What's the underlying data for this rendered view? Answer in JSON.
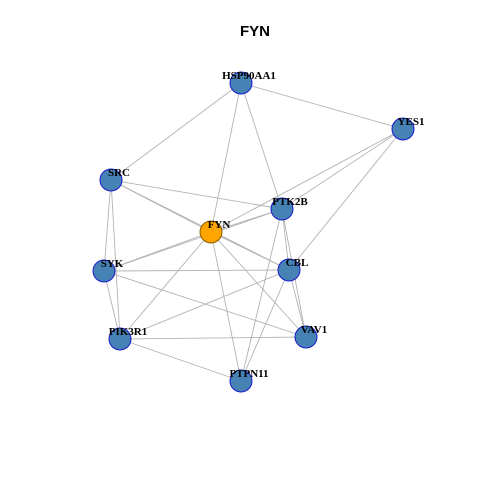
{
  "title": "FYN",
  "colors": {
    "node_fill": "#4682B4",
    "node_stroke": "#1a1acc",
    "focus_fill": "#FFA500",
    "focus_stroke": "#8a5a00",
    "edge": "#b3b3b3"
  },
  "nodes": [
    {
      "id": "HSP90AA1",
      "label": "HSP90AA1",
      "focus": false
    },
    {
      "id": "YES1",
      "label": "YES1",
      "focus": false
    },
    {
      "id": "SRC",
      "label": "SRC",
      "focus": false
    },
    {
      "id": "PTK2B",
      "label": "PTK2B",
      "focus": false
    },
    {
      "id": "FYN",
      "label": "FYN",
      "focus": true
    },
    {
      "id": "SYK",
      "label": "SYK",
      "focus": false
    },
    {
      "id": "CBL",
      "label": "CBL",
      "focus": false
    },
    {
      "id": "PIK3R1",
      "label": "PIK3R1",
      "focus": false
    },
    {
      "id": "VAV1",
      "label": "VAV1",
      "focus": false
    },
    {
      "id": "PTPN11",
      "label": "PTPN11",
      "focus": false
    }
  ],
  "edges": [
    [
      "HSP90AA1",
      "YES1"
    ],
    [
      "HSP90AA1",
      "SRC"
    ],
    [
      "HSP90AA1",
      "FYN"
    ],
    [
      "HSP90AA1",
      "PTK2B"
    ],
    [
      "YES1",
      "FYN"
    ],
    [
      "YES1",
      "PTK2B"
    ],
    [
      "YES1",
      "CBL"
    ],
    [
      "SRC",
      "PTK2B"
    ],
    [
      "SRC",
      "FYN"
    ],
    [
      "SRC",
      "SYK"
    ],
    [
      "SRC",
      "PIK3R1"
    ],
    [
      "SRC",
      "CBL"
    ],
    [
      "FYN",
      "PTK2B"
    ],
    [
      "FYN",
      "SYK"
    ],
    [
      "FYN",
      "CBL"
    ],
    [
      "FYN",
      "PIK3R1"
    ],
    [
      "FYN",
      "VAV1"
    ],
    [
      "FYN",
      "PTPN11"
    ],
    [
      "PTK2B",
      "SYK"
    ],
    [
      "PTK2B",
      "CBL"
    ],
    [
      "PTK2B",
      "VAV1"
    ],
    [
      "PTK2B",
      "PTPN11"
    ],
    [
      "SYK",
      "CBL"
    ],
    [
      "SYK",
      "PIK3R1"
    ],
    [
      "SYK",
      "VAV1"
    ],
    [
      "CBL",
      "PIK3R1"
    ],
    [
      "CBL",
      "VAV1"
    ],
    [
      "CBL",
      "PTPN11"
    ],
    [
      "PIK3R1",
      "VAV1"
    ],
    [
      "PIK3R1",
      "PTPN11"
    ]
  ]
}
